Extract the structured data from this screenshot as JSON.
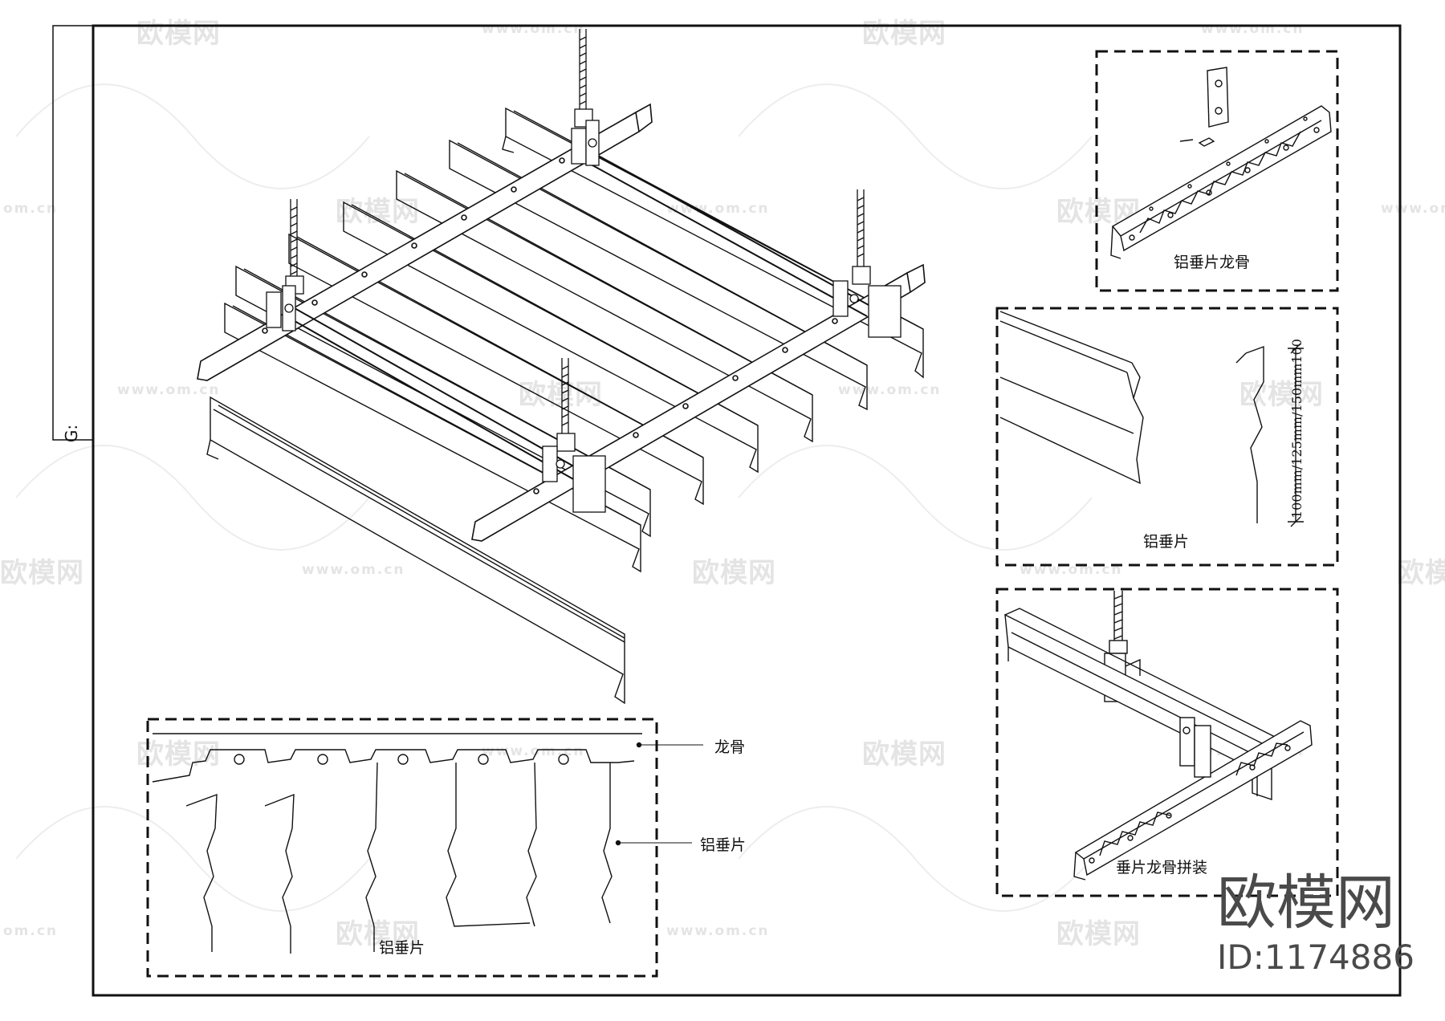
{
  "drawing": {
    "title_block_code": "G:",
    "main_view": {
      "name": "aluminum baffle ceiling isometric assembly"
    },
    "detail_keel": {
      "label": "铝垂片龙骨"
    },
    "detail_baffle": {
      "label": "铝垂片",
      "dimension_text": "100mm/125mm/150mm100"
    },
    "detail_assembly": {
      "label": "垂片龙骨拼装"
    },
    "detail_section": {
      "callout_keel": "龙骨",
      "callout_baffle": "铝垂片",
      "bottom_label": "铝垂片"
    }
  },
  "watermarks": {
    "brand": "欧模网",
    "url": "www.om.cn",
    "url_short": "om.cn"
  },
  "stamp": {
    "logo_text": "欧模网",
    "id_text": "ID:1174886"
  }
}
